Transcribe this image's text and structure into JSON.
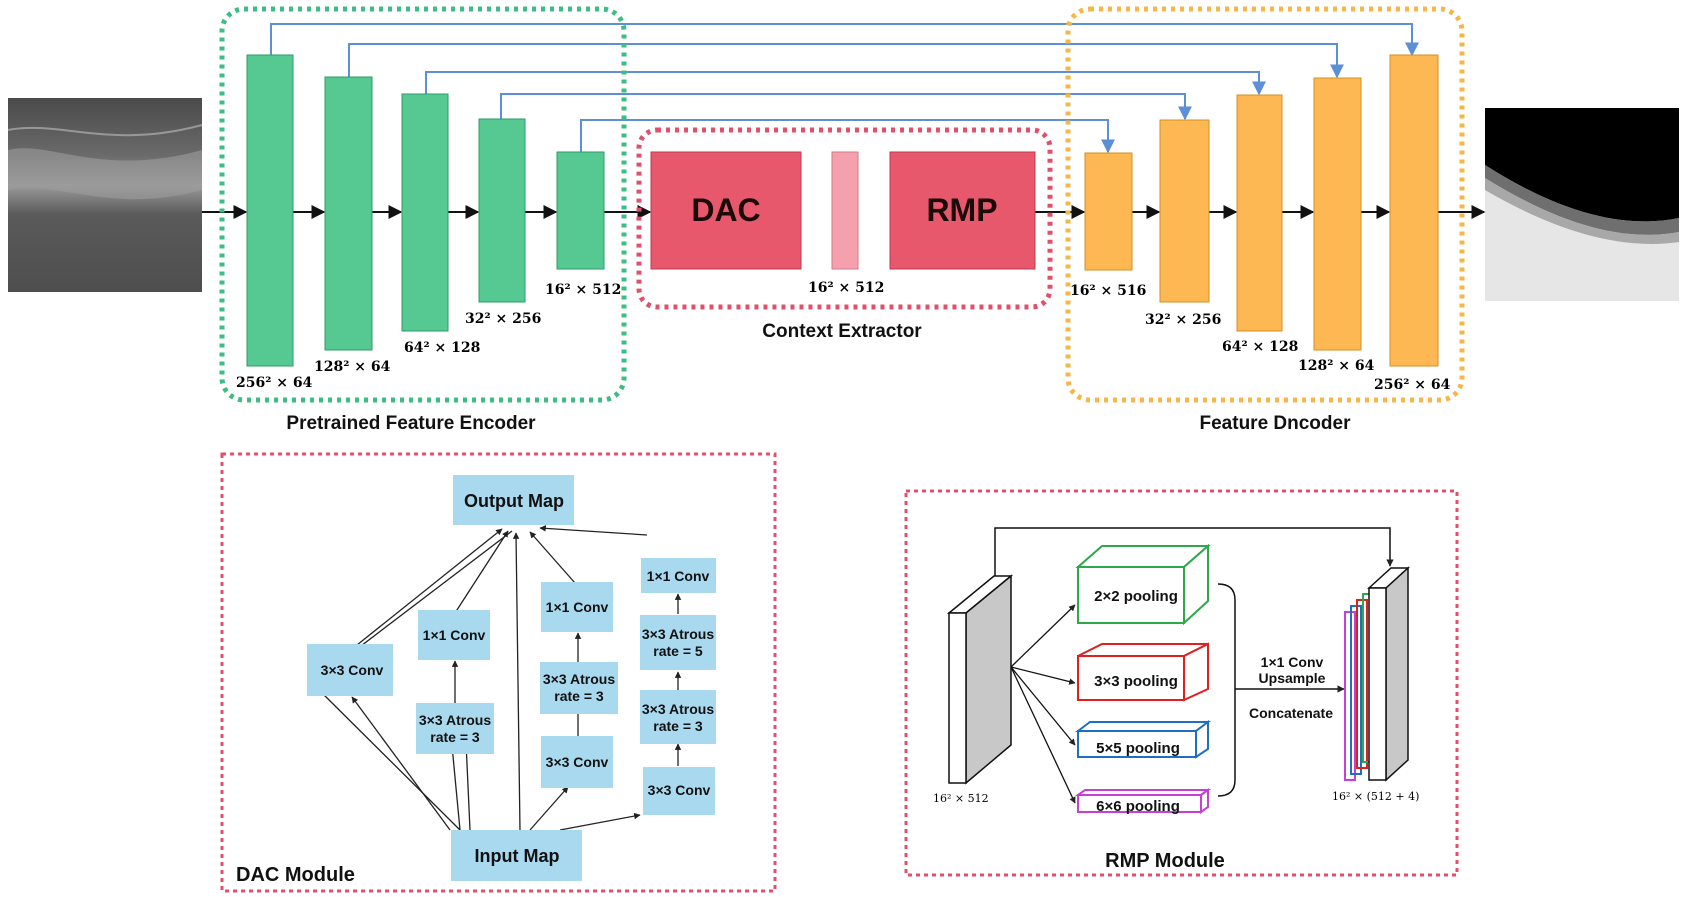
{
  "top": {
    "encoder_title": "Pretrained Feature Encoder",
    "decoder_title": "Feature Dncoder",
    "context_title": "Context Extractor",
    "dac_block": "DAC",
    "rmp_block": "RMP",
    "encoder_dims": [
      "256² × 64",
      "128² × 64",
      "64² × 128",
      "32² × 256",
      "16² × 512"
    ],
    "middle_dim": "16² × 512",
    "decoder_dims": [
      "16² × 516",
      "32² × 256",
      "64² × 128",
      "128² × 64",
      "256² × 64"
    ]
  },
  "dac": {
    "title": "DAC Module",
    "output": "Output Map",
    "input": "Input Map",
    "conv3": "3×3 Conv",
    "conv1": "1×1 Conv",
    "atrous3_a": "3×3 Atrous",
    "atrous3_b": "rate = 3",
    "atrous5_a": "3×3 Atrous",
    "atrous5_b": "rate = 5"
  },
  "rmp": {
    "title": "RMP Module",
    "pool2": "2×2 pooling",
    "pool3": "3×3 pooling",
    "pool5": "5×5 pooling",
    "pool6": "6×6 pooling",
    "conv": "1×1 Conv",
    "upsample": "Upsample",
    "concat": "Concatenate",
    "in_dim": "16² × 512",
    "out_dim": "16² × (512 + 4)"
  },
  "colors": {
    "encoder": "#56c993",
    "decoder": "#fdb853",
    "context": "#e8586d",
    "context_light": "#f4a1ad",
    "skip_arrow": "#5b8fd6",
    "dac_box": "#a9d9ef",
    "pool2": "#2ea84a",
    "pool3": "#e01f1f",
    "pool5": "#1f6fc0",
    "pool6": "#c640d8"
  }
}
